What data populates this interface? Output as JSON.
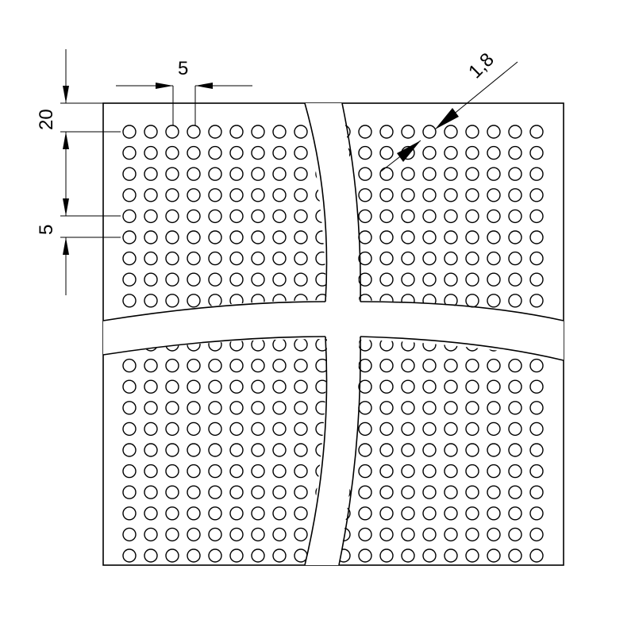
{
  "drawing": {
    "dimensions": {
      "hole_pitch_horizontal": "5",
      "top_margin": "20",
      "hole_pitch_vertical": "5",
      "hole_diameter": "1,8"
    },
    "hole_grid": {
      "columns": 20,
      "rows": 20,
      "top_block_rows": 9,
      "bottom_block_rows": 11,
      "left_block_columns": 10,
      "right_block_columns": 10
    }
  }
}
